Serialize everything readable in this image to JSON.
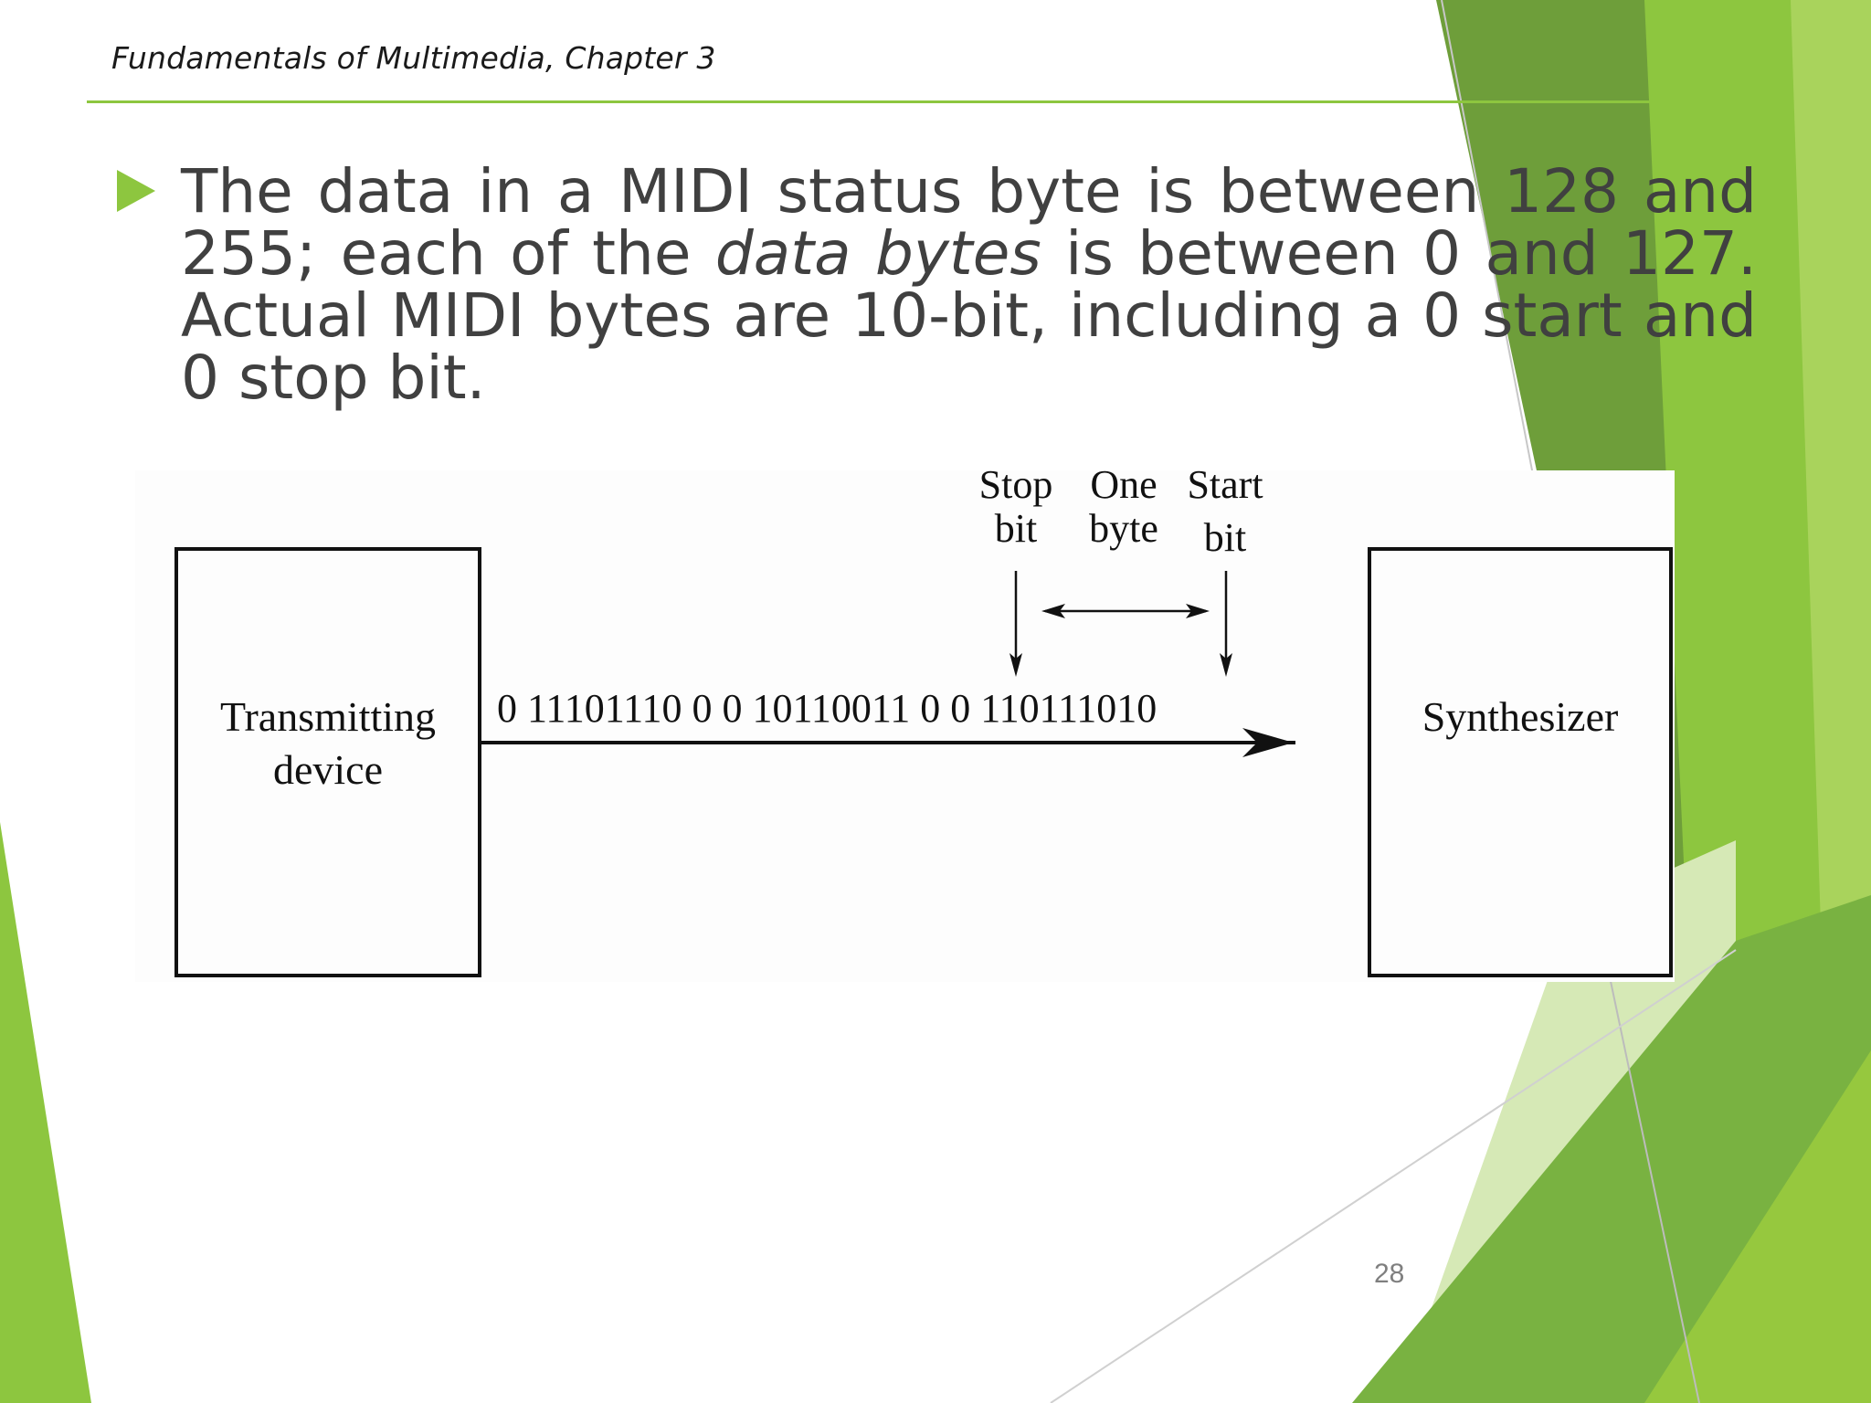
{
  "slide": {
    "header": "Fundamentals of Multimedia, Chapter 3",
    "bullet": {
      "part1": "The data in a MIDI status byte is between 128 and 255; each of the ",
      "emphasis": "data bytes",
      "part2": " is between 0 and 127. Actual MIDI bytes are 10-bit, including a 0 start and 0 stop bit."
    },
    "page_number": "28"
  },
  "diagram": {
    "left_box": {
      "line1": "Transmitting",
      "line2": "device"
    },
    "right_box": {
      "label": "Synthesizer"
    },
    "bitstream": "0 11101110 0 0 10110011 0 0 110111010",
    "stop_bit": {
      "line1": "Stop",
      "line2": "bit"
    },
    "one_byte": {
      "line1": "One",
      "line2": "byte"
    },
    "start_bit": {
      "line1": "Start",
      "line2": "bit"
    }
  },
  "colors": {
    "accent": "#8dc63f",
    "accent_dark": "#5e8c2a",
    "text": "#404040"
  }
}
